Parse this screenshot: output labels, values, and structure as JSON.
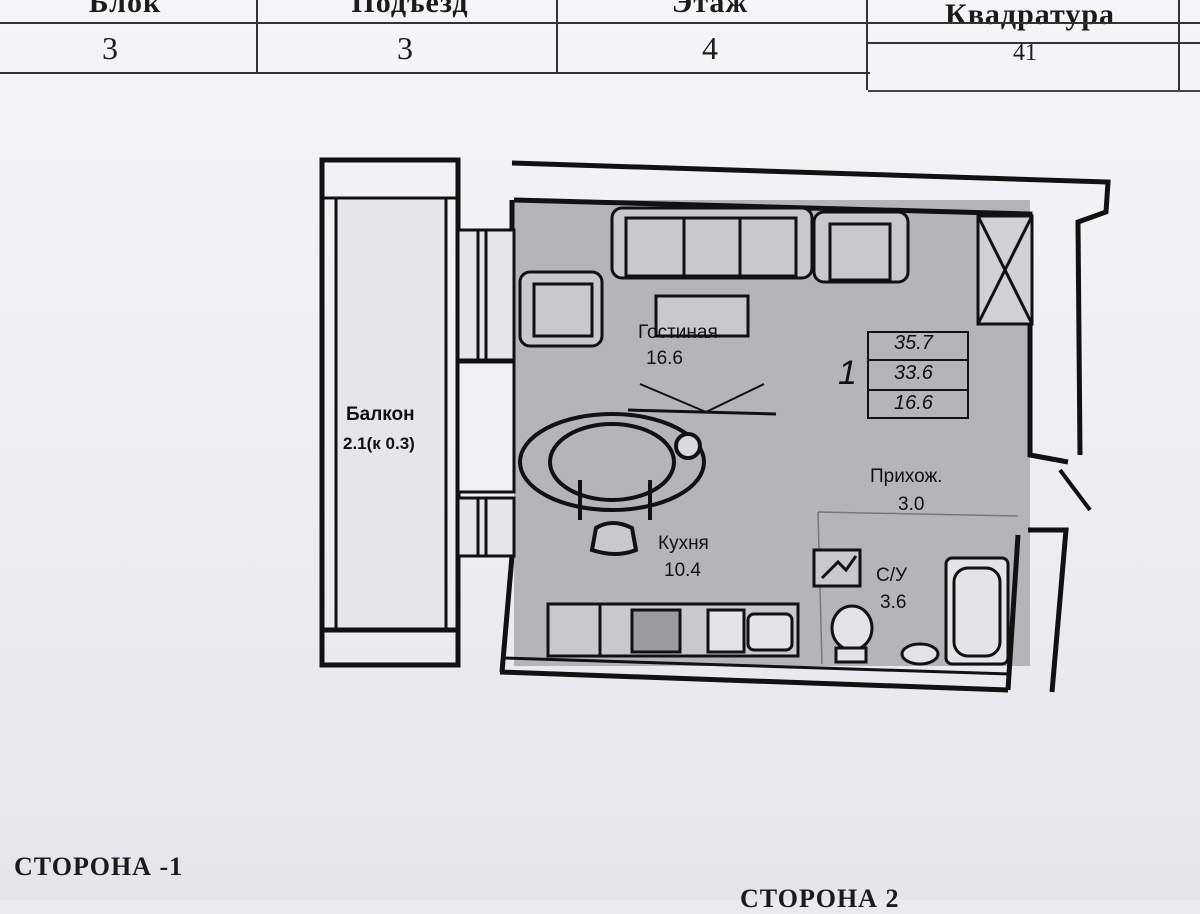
{
  "header": {
    "columns": [
      {
        "heading": "Блок",
        "value": "3"
      },
      {
        "heading": "Подъезд",
        "value": "3"
      },
      {
        "heading": "Этаж",
        "value": "4"
      },
      {
        "heading": "Квадратура",
        "value": "41"
      }
    ]
  },
  "plan": {
    "rooms": [
      {
        "name": "Гостиная",
        "area": "16.6"
      },
      {
        "name": "Балкон",
        "area": "2.1(к 0.3)"
      },
      {
        "name": "Прихож.",
        "area": "3.0"
      },
      {
        "name": "Кухня",
        "area": "10.4"
      },
      {
        "name": "С/У",
        "area": "3.6"
      }
    ],
    "apartment_number": "1",
    "area_box": [
      "35.7",
      "33.6",
      "16.6"
    ]
  },
  "footer": {
    "side_1": "СТОРОНА -1",
    "side_2": "СТОРОНА 2"
  },
  "colors": {
    "wall": "#111111",
    "floor": "#b9babd",
    "paper": "#eef0f3"
  }
}
